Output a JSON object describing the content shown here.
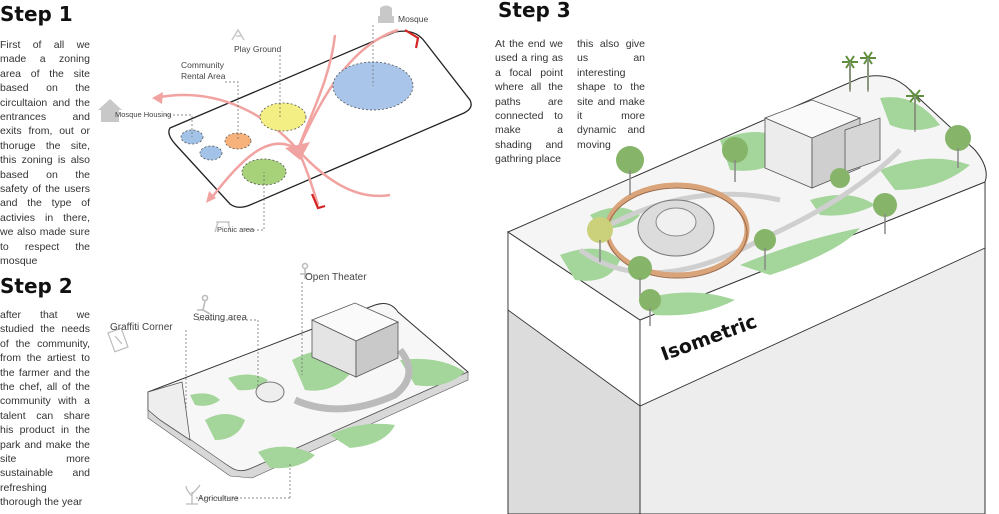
{
  "step1": {
    "heading": "Step 1",
    "text": "First of all we made a zoning area of the site based on the circultaion and the entrances and exits from, out or thoruge the site, this zoning is also based on the safety of the users and the type of activies in there, we also made sure to respect the mosque",
    "labels": {
      "mosque": "Mosque",
      "play_ground": "Play Ground",
      "community_rental_1": "Community",
      "community_rental_2": "Rental Area",
      "mosque_housing": "Mosque Housing",
      "picnic_area": "Picnic area"
    }
  },
  "step2": {
    "heading": "Step 2",
    "text": "after that we studied the needs of the community, from the artiest to the farmer and the the chef, all of the community with a talent can share his product in the park and make the site more sustainable and refreshing thorough the year",
    "labels": {
      "open_theater": "Open Theater",
      "seating_area": "Seating area",
      "graffiti_corner": "Graffiti Corner",
      "agriculture": "Agriculture"
    }
  },
  "step3": {
    "heading": "Step 3",
    "text_col1": "At the end we used a ring as a focal point where all the paths are connected to make a shading and gathring place",
    "text_col2": "this also give us an interesting shape to the site and make it more dynamic and moving",
    "isometric_label": "Isometric"
  },
  "colors": {
    "arrow": "#f0a3a0",
    "zone_blue": "#a9c6ea",
    "zone_yellow": "#f4ef85",
    "zone_green": "#a8d27a",
    "zone_orange": "#f7b27c",
    "zone_small_blue": "#a3c2e8",
    "landscape_green": "#a4d59a",
    "ring": "#d9a47a",
    "accent_red": "#d42323"
  },
  "icons": [
    "mosque-icon",
    "playground-icon",
    "house-icon",
    "picnic-icon",
    "theater-icon",
    "seating-icon",
    "graffiti-icon",
    "agriculture-icon"
  ]
}
